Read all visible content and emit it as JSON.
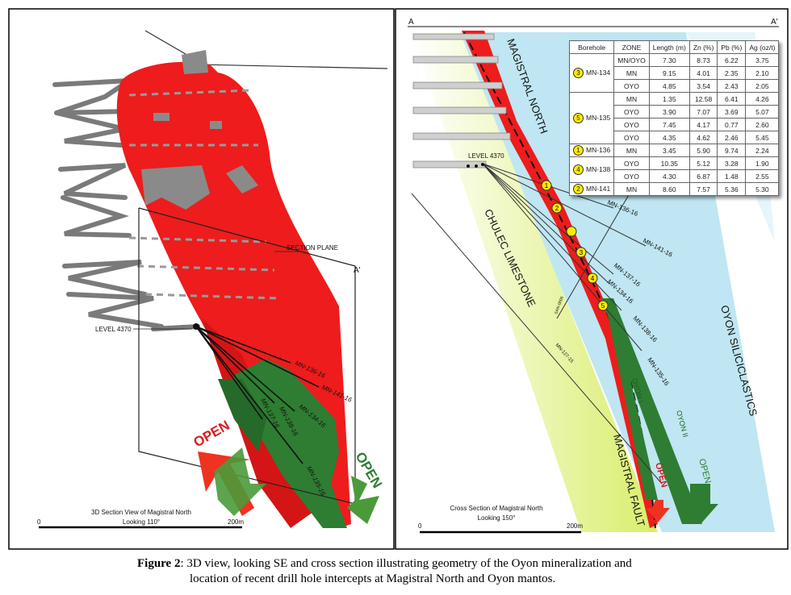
{
  "left_panel": {
    "title_line1": "3D Section View of Magistral North",
    "title_line2": "Looking 110°",
    "scale_start": "0",
    "scale_end": "200m",
    "section_plane": "SECTION PLANE",
    "a_prime": "A'",
    "level": "LEVEL 4370",
    "drillholes": [
      "MN-136-16",
      "MN-141-16",
      "MN-137-16",
      "MN-134-16",
      "MN-138-16",
      "MN-135-16"
    ],
    "open_red": "OPEN",
    "open_green": "OPEN"
  },
  "right_panel": {
    "title_line1": "Cross Section of Magistral North",
    "title_line2": "Looking 150°",
    "scale_start": "0",
    "scale_end": "200m",
    "a": "A",
    "a_prime": "A'",
    "magistral_north": "MAGISTRAL NORTH",
    "level": "LEVEL 4370",
    "chulec": "CHULEC LIMESTONE",
    "oyon_silici": "OYON SILICICLASTICS",
    "oyon_1": "OYON I",
    "oyon_2": "OYON II",
    "fault": "MAGISTRAL FAULT",
    "open_red": "OPEN",
    "open_green": "OPEN",
    "san": "SAN-0006",
    "drillholes": [
      "MN-136-16",
      "MN-141-16",
      "MN-137-16",
      "MN-134-16",
      "MN-138-16",
      "MN-135-16",
      "MN-127-15"
    ],
    "markers": [
      "1",
      "2",
      "",
      "3",
      "4",
      "5"
    ]
  },
  "table": {
    "headers": [
      "Borehole",
      "ZONE",
      "Length (m)",
      "Zn (%)",
      "Pb (%)",
      "Ag (oz/t)"
    ],
    "groups": [
      {
        "marker": "3",
        "borehole": "MN-134",
        "rows": [
          [
            "MN/OYO",
            "7.30",
            "8.73",
            "6.22",
            "3.75"
          ],
          [
            "MN",
            "9.15",
            "4.01",
            "2.35",
            "2.10"
          ],
          [
            "OYO",
            "4.85",
            "3.54",
            "2.43",
            "2.05"
          ]
        ]
      },
      {
        "marker": "5",
        "borehole": "MN-135",
        "rows": [
          [
            "MN",
            "1.35",
            "12.58",
            "6.41",
            "4.26"
          ],
          [
            "OYO",
            "3.90",
            "7.07",
            "3.69",
            "5.07"
          ],
          [
            "OYO",
            "7.45",
            "4.17",
            "0.77",
            "2.60"
          ],
          [
            "OYO",
            "4.35",
            "4.62",
            "2.46",
            "5.45"
          ]
        ]
      },
      {
        "marker": "1",
        "borehole": "MN-136",
        "rows": [
          [
            "MN",
            "3.45",
            "5.90",
            "9.74",
            "2.24"
          ]
        ]
      },
      {
        "marker": "4",
        "borehole": "MN-138",
        "rows": [
          [
            "OYO",
            "10.35",
            "5.12",
            "3.28",
            "1.90"
          ],
          [
            "OYO",
            "4.30",
            "6.87",
            "1.48",
            "2.55"
          ]
        ]
      },
      {
        "marker": "2",
        "borehole": "MN-141",
        "rows": [
          [
            "MN",
            "8.60",
            "7.57",
            "5.36",
            "5.30"
          ]
        ]
      }
    ]
  },
  "caption": {
    "label": "Figure 2",
    "text1": ": 3D view, looking SE and cross section illustrating geometry of the Oyon mineralization and",
    "text2": "location of recent drill hole intercepts at Magistral North and Oyon mantos."
  },
  "colors": {
    "ore": "#ee1c1c",
    "green": "#2e7d32",
    "marker": "#ffec00",
    "blue": "#bfe6f2",
    "lime": "#dff07a"
  }
}
